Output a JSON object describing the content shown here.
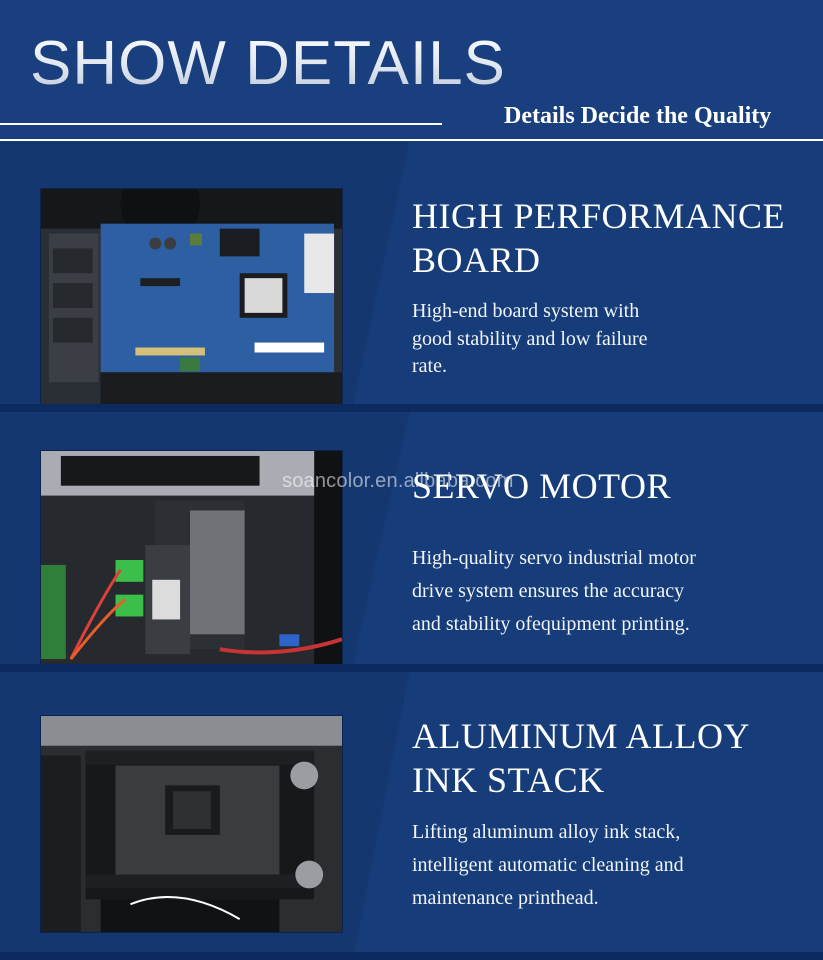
{
  "header": {
    "title": "SHOW DETAILS",
    "tagline": "Details Decide the Quality"
  },
  "watermark": "soancolor.en.alibaba.com",
  "sections": [
    {
      "title_lines": [
        "HIGH PERFORMANCE",
        "BOARD"
      ],
      "desc_lines": [
        "High-end board system with",
        "good stability and low failure",
        "rate."
      ],
      "image": "circuit-board-photo"
    },
    {
      "title_lines": [
        "SERVO MOTOR"
      ],
      "desc_lines": [
        "High-quality servo industrial motor",
        "drive system ensures the accuracy",
        "and stability ofequipment printing."
      ],
      "image": "servo-motor-photo"
    },
    {
      "title_lines": [
        "ALUMINUM ALLOY",
        "INK STACK"
      ],
      "desc_lines": [
        "Lifting aluminum alloy ink stack,",
        "intelligent automatic cleaning and",
        "maintenance printhead."
      ],
      "image": "ink-stack-photo"
    }
  ],
  "colors": {
    "background": "#153a78",
    "text": "#ffffff"
  }
}
